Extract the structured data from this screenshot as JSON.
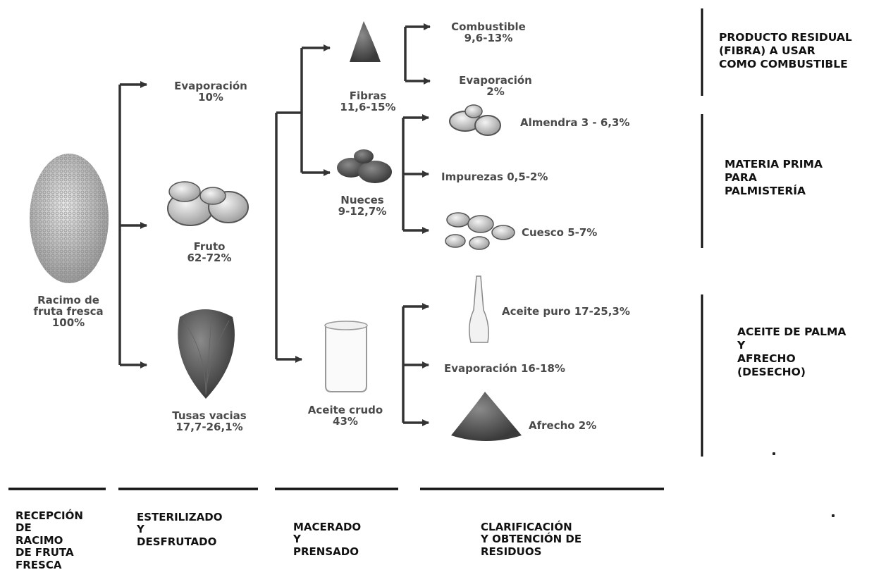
{
  "steps": {
    "racimo": {
      "lines": [
        "Racimo de",
        "fruta fresca",
        "100%"
      ]
    },
    "evaporacion1": {
      "lines": [
        "Evaporación",
        "10%"
      ]
    },
    "fruto": {
      "lines": [
        "Fruto",
        "62-72%"
      ]
    },
    "tusas": {
      "lines": [
        "Tusas vacias",
        "17,7-26,1%"
      ]
    },
    "fibras": {
      "lines": [
        "Fibras",
        "11,6-15%"
      ]
    },
    "nueces": {
      "lines": [
        "Nueces",
        "9-12,7%"
      ]
    },
    "aceite_crudo": {
      "lines": [
        "Aceite crudo",
        "43%"
      ]
    },
    "combustible": {
      "lines": [
        "Combustible",
        "9,6-13%"
      ]
    },
    "evaporacion2": {
      "lines": [
        "Evaporación",
        "2%"
      ]
    },
    "almendra": {
      "text": "Almendra 3 - 6,3%"
    },
    "impurezas": {
      "text": "Impurezas 0,5-2%"
    },
    "cuesco": {
      "text": "Cuesco 5-7%"
    },
    "aceite_puro": {
      "text": "Aceite puro 17-25,3%"
    },
    "evaporacion3": {
      "text": "Evaporación 16-18%"
    },
    "afrecho": {
      "text": "Afrecho 2%"
    }
  },
  "side_labels": {
    "residual": {
      "lines": [
        "PRODUCTO RESIDUAL",
        "(FIBRA) A USAR",
        "COMO COMBUSTIBLE"
      ]
    },
    "materia": {
      "lines": [
        "MATERIA PRIMA",
        "PARA",
        "PALMISTERÍA"
      ]
    },
    "aceite": {
      "lines": [
        "ACEITE DE PALMA",
        "Y",
        "AFRECHO",
        "(DESECHO)"
      ]
    }
  },
  "stages": {
    "recepcion": {
      "lines": [
        "RECEPCIÓN",
        "DE",
        "RACIMO",
        "DE FRUTA",
        "FRESCA"
      ]
    },
    "esterilizado": {
      "lines": [
        "ESTERILIZADO",
        "Y",
        "DESFRUTADO"
      ]
    },
    "macerado": {
      "lines": [
        "MACERADO",
        "Y",
        "PRENSADO"
      ]
    },
    "clarificacion": {
      "lines": [
        "CLARIFICACIÓN",
        "Y OBTENCIÓN DE",
        "RESIDUOS"
      ]
    }
  },
  "colors": {
    "line": "#333333",
    "text_gray": "#4a4a4a",
    "text_dark": "#111111"
  },
  "icons": [
    "palm-bunch-icon",
    "fruit-cluster-icon",
    "empty-bunch-icon",
    "fiber-pile-icon",
    "nuts-icon",
    "beaker-icon",
    "almond-icon",
    "shell-pile-icon",
    "bottle-icon",
    "cone-pile-icon"
  ]
}
